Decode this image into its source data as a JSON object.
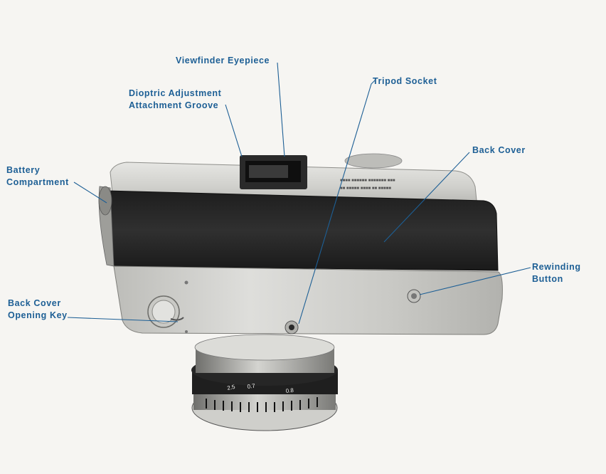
{
  "labels": {
    "viewfinder_eyepiece": "Viewfinder Eyepiece",
    "tripod_socket": "Tripod Socket",
    "dioptric_line1": "Dioptric  Adjustment",
    "dioptric_line2": "Attachment Groove",
    "back_cover": "Back Cover",
    "battery_line1": "Battery",
    "battery_line2": "Compartment",
    "rewinding_line1": "Rewinding",
    "rewinding_line2": "Button",
    "back_cover_key_line1": "Back Cover",
    "back_cover_key_line2": "Opening Key"
  },
  "colors": {
    "label_blue": "#1d5f95",
    "chrome": "#d6d6d2",
    "leatherette": "#2b2b2b",
    "background": "#f6f5f2"
  },
  "icons": {
    "camera": "camera-bottom-view-illustration",
    "lens": "lens-barrel-illustration"
  }
}
